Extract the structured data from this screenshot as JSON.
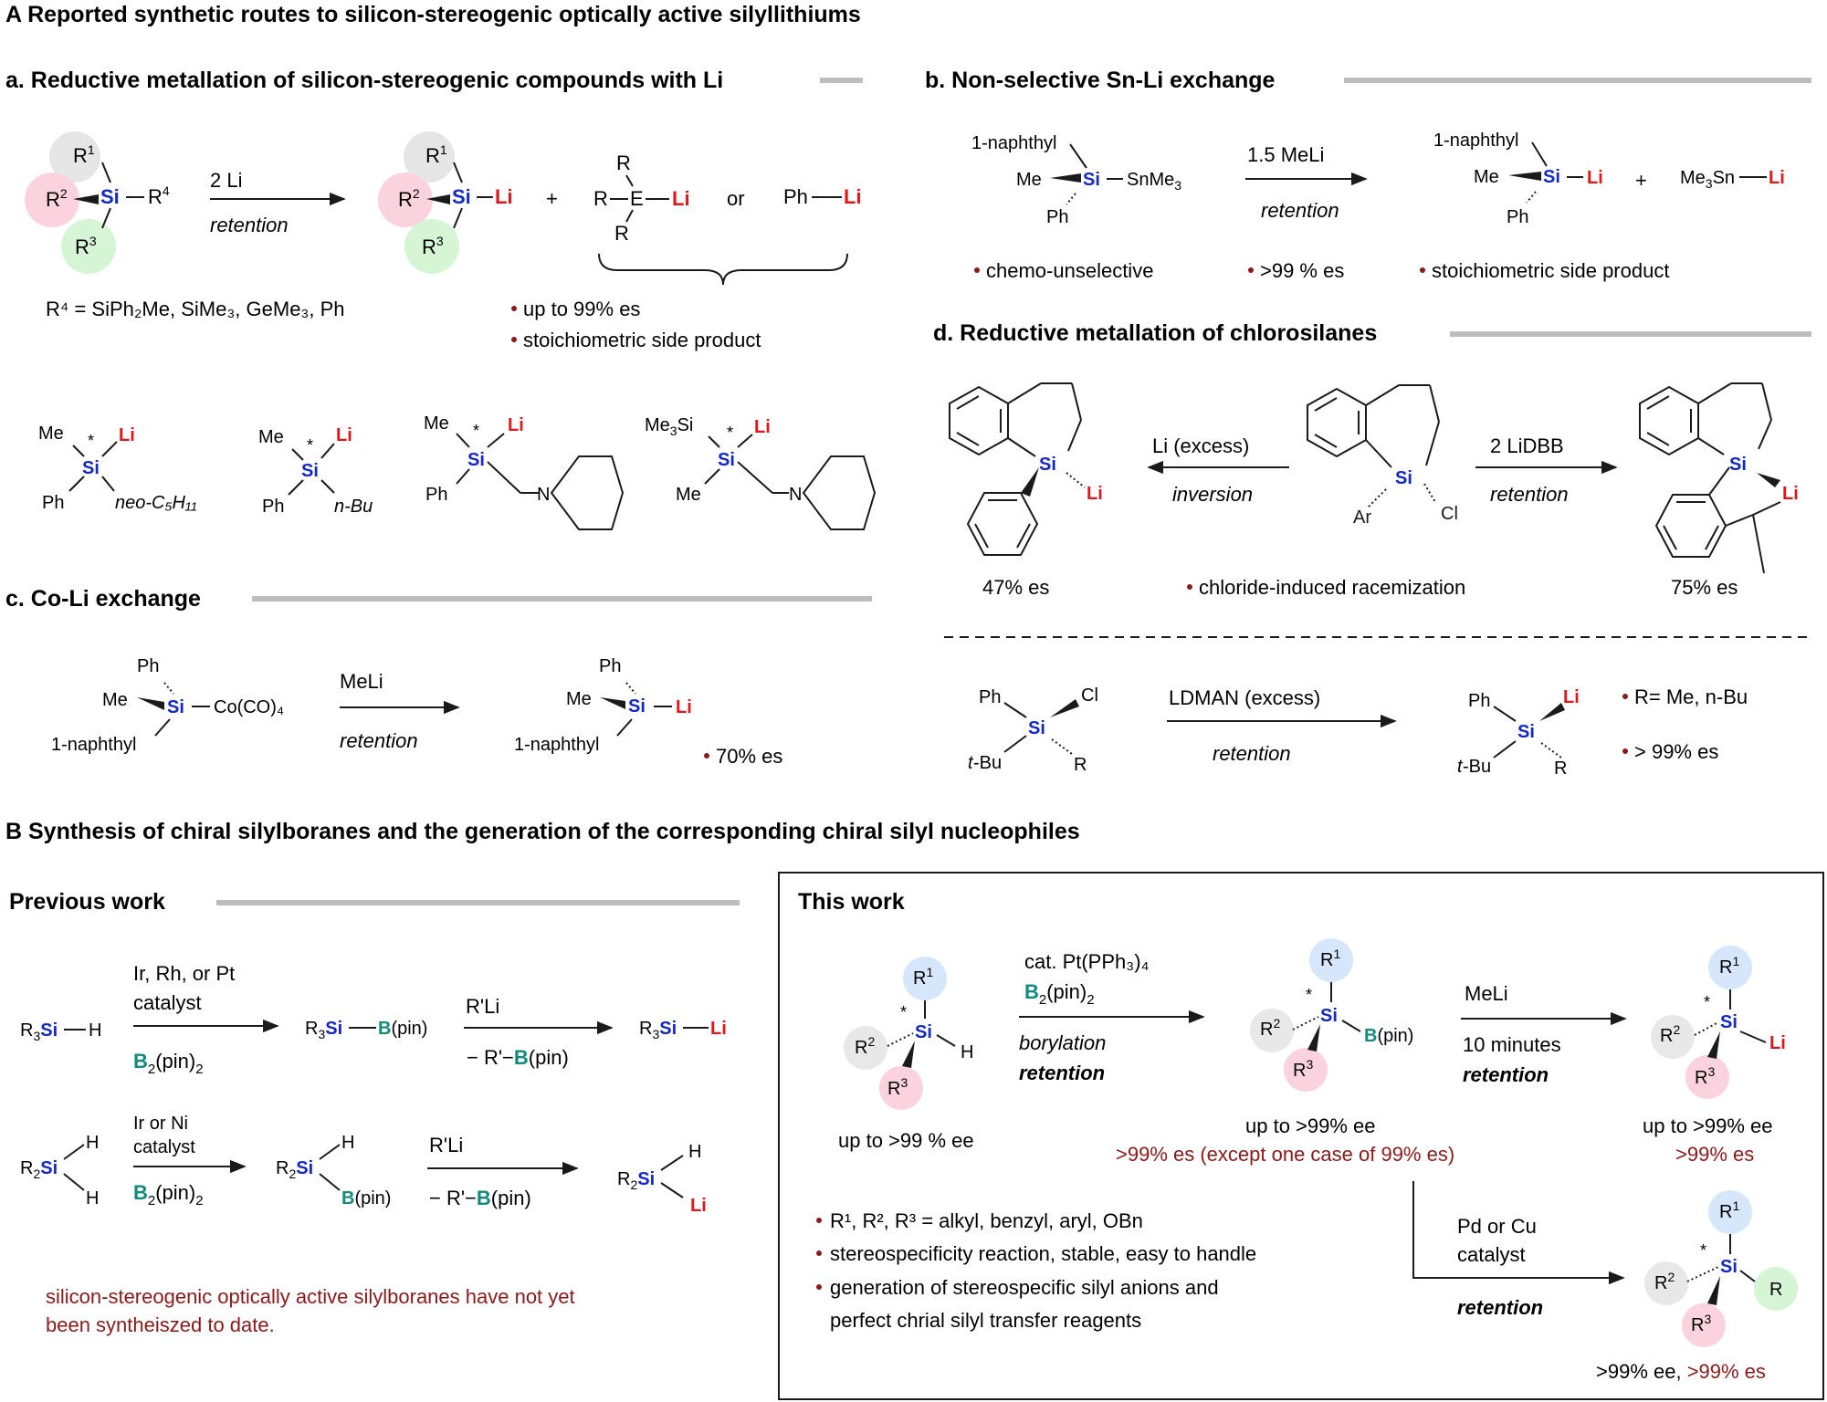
{
  "title_A": "A Reported synthetic routes to silicon-stereogenic optically active silyllithiums",
  "title_B": "B Synthesis of chiral silylboranes and the generation of the corresponding chiral silyl nucleophiles",
  "sec_a": {
    "title": "a.  Reductive metallation of silicon-stereogenic compounds with Li",
    "reagent": "2 Li",
    "condition": "retention",
    "r4_def": "R⁴ = SiPh₂Me, SiMe₃, GeMe₃, Ph",
    "or": "or",
    "plus": "+",
    "bullets": [
      "up to 99% es",
      "stoichiometric side product"
    ],
    "ex_substituents": [
      "neo-C₅H₁₁",
      "n-Bu"
    ]
  },
  "sec_b": {
    "title": "b. Non-selective Sn-Li exchange",
    "reagent": "1.5 MeLi",
    "condition": "retention",
    "naphthyl": "1-naphthyl",
    "bullets": [
      "chemo-unselective",
      ">99 % es",
      "stoichiometric side product"
    ]
  },
  "sec_c": {
    "title": "c. Co-Li exchange",
    "reagent": "MeLi",
    "condition": "retention",
    "naphthyl": "1-naphthyl",
    "group": "Co(CO)₄",
    "bullet": "70% es"
  },
  "sec_d": {
    "title": "d. Reductive metallation of chlorosilanes",
    "left_reagent": "Li (excess)",
    "left_condition": "inversion",
    "right_reagent": "2 LiDBB",
    "right_condition": "retention",
    "left_es": "47% es",
    "right_es": "75% es",
    "bullet": "chloride-induced racemization",
    "bottom_reagent": "LDMAN (excess)",
    "bottom_condition": "retention",
    "bottom_bullets": [
      "R= Me,  n-Bu",
      " > 99% es"
    ]
  },
  "prev": {
    "title": "Previous work",
    "cat1": [
      "Ir, Rh, or Pt",
      "catalyst"
    ],
    "cat2": [
      "Ir or Ni",
      "catalyst"
    ],
    "b2pin2": "B₂(pin)₂",
    "rli": "R'Li",
    "byproduct": "− R'−B(pin)",
    "note": [
      "silicon-stereogenic optically active silylboranes have not yet",
      "been syntheiszed to date."
    ]
  },
  "this": {
    "title": "This work",
    "reagent1": "cat. Pt(PPh₃)₄",
    "b2pin2": "B₂(pin)₂",
    "cond1": "borylation",
    "ret": "retention",
    "reagent2": "MeLi",
    "cond2": "10 minutes",
    "reagent3": [
      "Pd or Cu",
      "catalyst"
    ],
    "ee1": "up to >99 % ee",
    "ee2": "up to >99% ee",
    "es2": ">99% es (except one case of 99% es)",
    "ee3": "up to >99% ee",
    "es3": ">99% es",
    "ee4": ">99% ee, ",
    "es4": ">99% es",
    "bullets": [
      "R¹, R², R³ = alkyl, benzyl, aryl, OBn",
      "stereospecificity reaction, stable, easy to handle",
      "generation of stereospecific silyl anions and",
      "perfect chrial silyl transfer reagents"
    ]
  }
}
